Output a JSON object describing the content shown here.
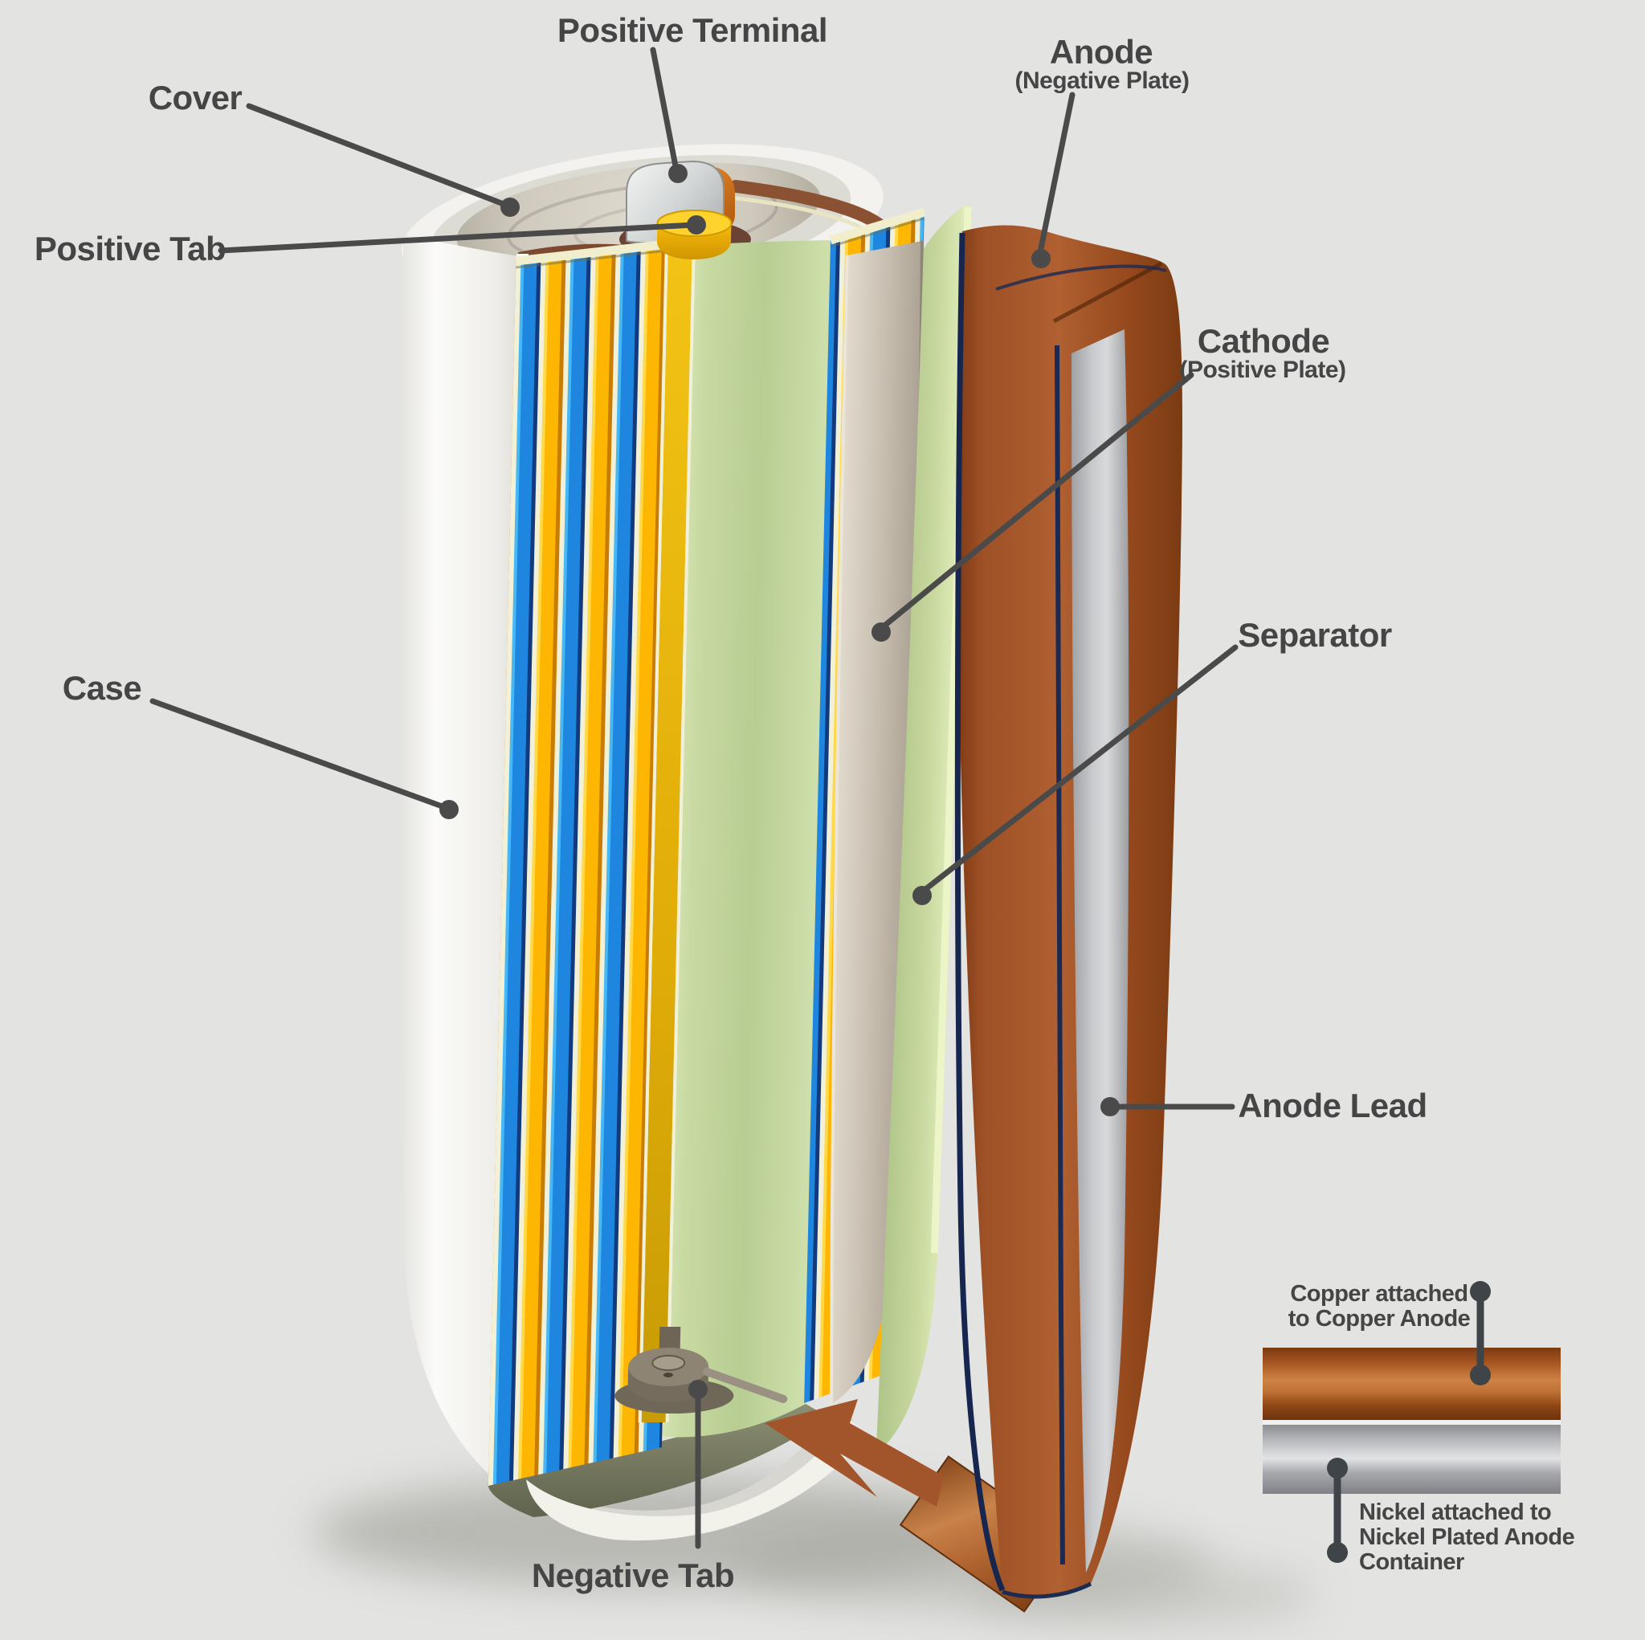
{
  "labels": {
    "positive_terminal": "Positive Terminal",
    "cover": "Cover",
    "positive_tab": "Positive Tab",
    "anode": "Anode",
    "anode_sub": "(Negative Plate)",
    "cathode": "Cathode",
    "cathode_sub": "(Positive Plate)",
    "separator": "Separator",
    "case": "Case",
    "anode_lead": "Anode Lead",
    "negative_tab": "Negative Tab"
  },
  "inset": {
    "copper_line1": "Copper attached",
    "copper_line2": "to Copper Anode",
    "nickel_line1": "Nickel attached to",
    "nickel_line2": "Nickel Plated Anode",
    "nickel_line3": "Container"
  },
  "colors": {
    "background": "#e3e3e2",
    "label_text": "#454545",
    "leader": "#4a4a4a",
    "case_white": "#f3f2ee",
    "cover_silver": "#cdc8bb",
    "terminal_silver": "#d9dbdb",
    "terminal_orange": "#c9701d",
    "tab_yellow": "#f5ae02",
    "plate_blue": "#1f86e0",
    "plate_yellow": "#fdb702",
    "separator_cream": "#f2f1d8",
    "core_green": "#b7cd92",
    "cathode_tan": "#c4bbad",
    "separator_sheet_green": "#c8d89e",
    "anode_copper": "#a0522a",
    "anode_edge_navy": "#16264e",
    "anode_lead_gray": "#c2c3c7",
    "negative_tab_gray": "#8d8474",
    "arrow_brown": "#a2552b",
    "inset_copper": "#b06028",
    "inset_nickel": "#c6c7cb"
  }
}
